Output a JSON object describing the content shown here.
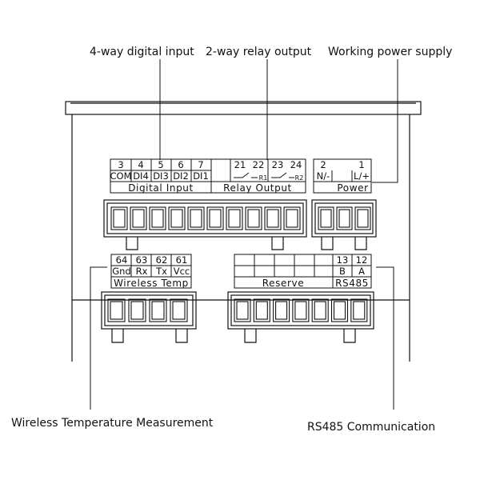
{
  "callouts": {
    "digital_input": "4-way digital input",
    "relay_output": "2-way relay output",
    "power_supply": "Working power supply",
    "wireless_temp": "Wireless Temperature Measurement",
    "rs485_comm": "RS485 Communication"
  },
  "digital_input_block": {
    "numbers": [
      "3",
      "4",
      "5",
      "6",
      "7"
    ],
    "labels": [
      "COM",
      "DI4",
      "DI3",
      "DI2",
      "DI1"
    ],
    "group_label": "Digital Input"
  },
  "relay_block": {
    "numbers": [
      "21",
      "22",
      "23",
      "24"
    ],
    "relay_tags": [
      "R1",
      "R2"
    ],
    "group_label": "Relay Output"
  },
  "power_block": {
    "numbers": [
      "2",
      "1"
    ],
    "labels": [
      "N/-",
      "L/+"
    ],
    "group_label": "Power"
  },
  "wireless_block": {
    "numbers": [
      "64",
      "63",
      "62",
      "61"
    ],
    "labels": [
      "Gnd",
      "Rx",
      "Tx",
      "Vcc"
    ],
    "group_label": "Wireless Temp"
  },
  "rs485_block": {
    "numbers": [
      "13",
      "12"
    ],
    "labels": [
      "B",
      "A"
    ],
    "reserve_label": "Reserve",
    "group_label": "RS485"
  }
}
